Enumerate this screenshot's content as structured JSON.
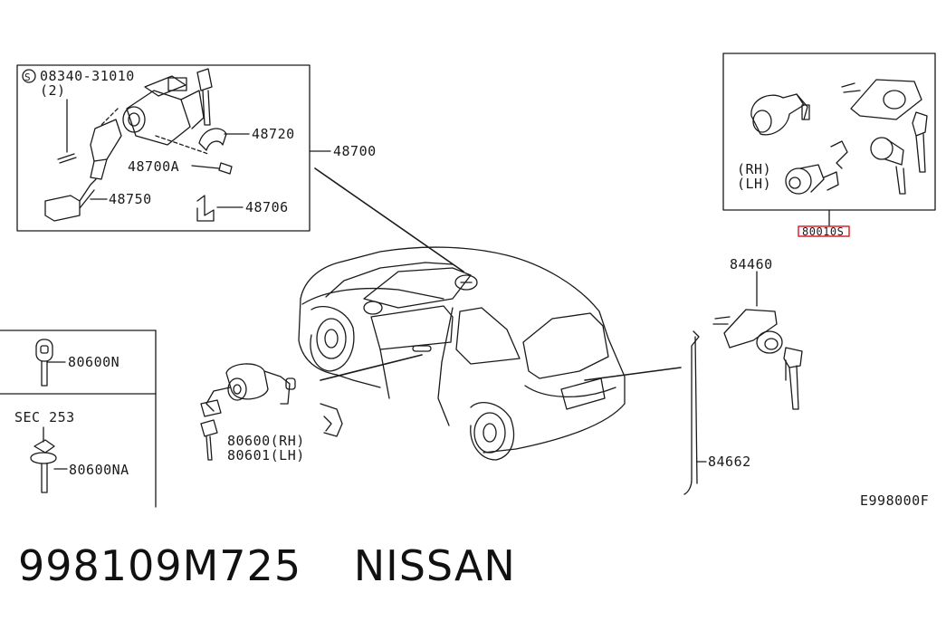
{
  "labels": {
    "bolt_spec": "08340-31010",
    "bolt_qty": "(2)",
    "ignition_bracket": "48720",
    "ignition_bolt": "48700A",
    "ignition_connector": "48750",
    "ignition_clip": "48706",
    "ignition_assembly": "48700",
    "lock_set_rh": "(RH)",
    "lock_set_lh": "(LH)",
    "lock_set_part": "80010S",
    "back_door_lock": "84460",
    "back_door_rod": "84662",
    "key_part": "80600N",
    "key_section": "SEC 253",
    "key_blank": "80600NA",
    "door_cyl_rh": "80600(RH)",
    "door_cyl_lh": "80601(LH)",
    "diagram_code": "E998000F"
  },
  "footer": {
    "part_number": "998109M725",
    "brand": "NISSAN"
  },
  "colors": {
    "line": "#1a1a1a",
    "highlight": "#e0202a"
  }
}
